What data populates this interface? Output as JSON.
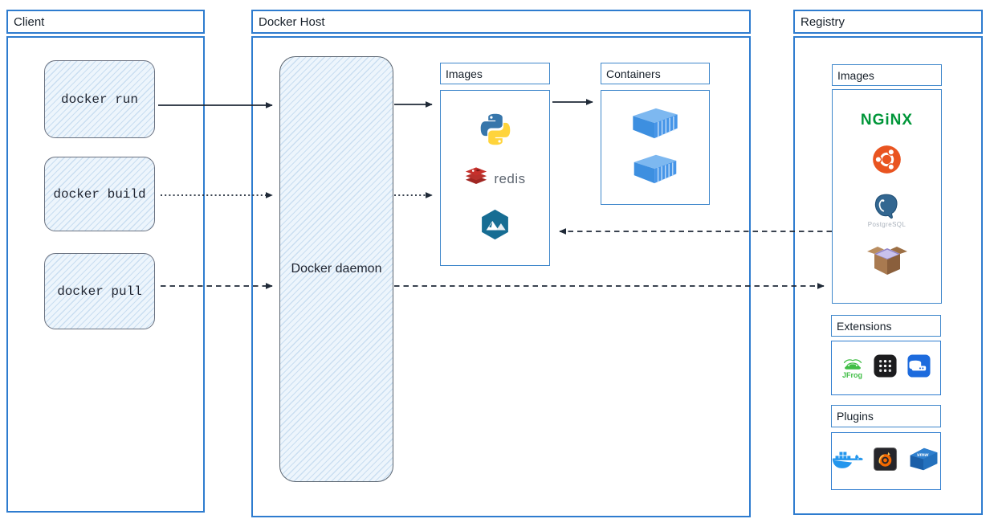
{
  "colors": {
    "frame_blue": "#2e7ccf",
    "inner_border_blue": "#3f87cb",
    "node_border_gray": "#6b7280",
    "hatch_fill": "#edf5fc",
    "arrow": "#1f2937",
    "nginx_green": "#009639",
    "ubuntu_orange": "#e95420",
    "docker_blue": "#2396ed"
  },
  "client": {
    "title": "Client",
    "commands": [
      {
        "label": "docker run"
      },
      {
        "label": "docker build"
      },
      {
        "label": "docker pull"
      }
    ]
  },
  "docker_host": {
    "title": "Docker Host",
    "daemon_label": "Docker daemon",
    "images_panel": {
      "label": "Images",
      "items": [
        {
          "icon": "python-logo"
        },
        {
          "icon": "redis-logo",
          "text": "redis"
        },
        {
          "icon": "alpine-linux-logo"
        }
      ]
    },
    "containers_panel": {
      "label": "Containers",
      "items": [
        {
          "icon": "container-box"
        },
        {
          "icon": "container-box"
        }
      ]
    }
  },
  "registry": {
    "title": "Registry",
    "images_panel": {
      "label": "Images",
      "items": [
        {
          "icon": "nginx-logo",
          "text": "NGiNX"
        },
        {
          "icon": "ubuntu-logo"
        },
        {
          "icon": "postgresql-logo",
          "text": "PostgreSQL"
        },
        {
          "icon": "busybox-logo"
        }
      ]
    },
    "extensions_panel": {
      "label": "Extensions",
      "items": [
        {
          "icon": "jfrog-logo",
          "text": "JFrog"
        },
        {
          "icon": "app-grid-icon"
        },
        {
          "icon": "disk-app-icon"
        }
      ]
    },
    "plugins_panel": {
      "label": "Plugins",
      "items": [
        {
          "icon": "docker-whale-logo"
        },
        {
          "icon": "grafana-logo"
        },
        {
          "icon": "vmware-logo",
          "text": "vmw"
        }
      ]
    }
  },
  "connections": [
    {
      "from": "docker-run",
      "to": "docker-daemon",
      "style": "solid"
    },
    {
      "from": "docker-build",
      "to": "docker-daemon",
      "style": "dotted"
    },
    {
      "from": "docker-pull",
      "to": "docker-daemon",
      "style": "dashed"
    },
    {
      "from": "docker-daemon",
      "to": "host-images",
      "style": "solid"
    },
    {
      "from": "docker-daemon",
      "to": "host-images",
      "style": "dotted"
    },
    {
      "from": "host-images",
      "to": "containers",
      "style": "solid"
    },
    {
      "from": "registry-images",
      "to": "host-images",
      "style": "dashed"
    },
    {
      "from": "docker-daemon",
      "to": "registry-images",
      "style": "dashed"
    }
  ]
}
